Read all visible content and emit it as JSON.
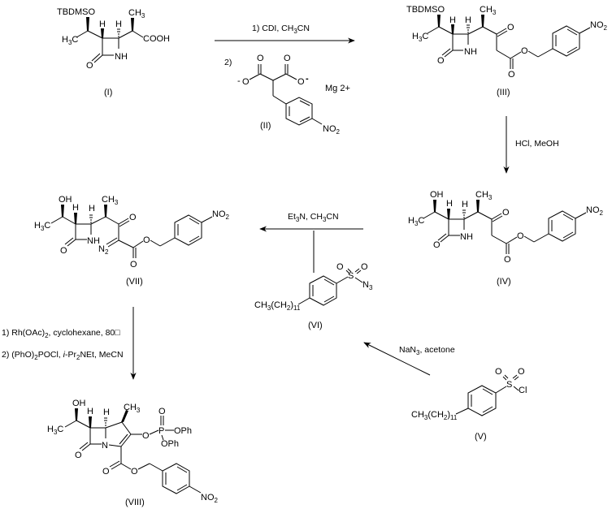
{
  "scheme": {
    "compounds": {
      "I": {
        "label": "(I)",
        "groups": {
          "protect": "TBDMSO",
          "methyl": "H3C",
          "acid": "COOH",
          "ch3": "CH3",
          "h1": "H",
          "h2": "H",
          "nh": "NH",
          "o": "O"
        }
      },
      "II": {
        "label": "(II)",
        "counterion": "Mg 2+",
        "groups": {
          "o1": "O",
          "o2": "O",
          "om1": "O",
          "om2": "O",
          "neg1": "-",
          "neg2": "-",
          "no2": "NO2"
        }
      },
      "III": {
        "label": "(III)",
        "groups": {
          "protect": "TBDMSO",
          "methyl": "H3C",
          "ch3": "CH3",
          "h1": "H",
          "h2": "H",
          "nh": "NH",
          "o": "O",
          "keto": "O",
          "ester_o": "O",
          "carbonyl": "O",
          "no2": "NO2"
        }
      },
      "IV": {
        "label": "(IV)",
        "groups": {
          "oh": "OH",
          "methyl": "H3C",
          "ch3": "CH3",
          "h1": "H",
          "h2": "H",
          "nh": "NH",
          "o": "O",
          "keto": "O",
          "ester_o": "O",
          "carbonyl": "O",
          "no2": "NO2"
        }
      },
      "V": {
        "label": "(V)",
        "groups": {
          "chain": "CH3(CH2)11",
          "s": "S",
          "o1": "O",
          "o2": "O",
          "cl": "Cl"
        }
      },
      "VI": {
        "label": "(VI)",
        "groups": {
          "chain": "CH3(CH2)11",
          "s": "S",
          "o1": "O",
          "o2": "O",
          "n3": "N3"
        }
      },
      "VII": {
        "label": "(VII)",
        "groups": {
          "oh": "OH",
          "methyl": "H3C",
          "ch3": "CH3",
          "h1": "H",
          "h2": "H",
          "nh": "NH",
          "o": "O",
          "keto": "O",
          "n2": "N2",
          "ester_o": "O",
          "carbonyl": "O",
          "no2": "NO2"
        }
      },
      "VIII": {
        "label": "(VIII)",
        "groups": {
          "oh": "OH",
          "methyl": "H3C",
          "ch3": "CH3",
          "h1": "H",
          "h2": "H",
          "n": "N",
          "o": "O",
          "p": "P",
          "po": "O",
          "op": "O",
          "oph1": "OPh",
          "oph2": "OPh",
          "ester_o": "O",
          "carbonyl": "O",
          "no2": "NO2"
        }
      }
    },
    "conditions": {
      "step1_a": "1) CDI, CH3CN",
      "step1_b": "2)",
      "step2": "HCl, MeOH",
      "step3": "Et3N, CH3CN",
      "step4": "NaN3, acetone",
      "step5_a": "1) Rh(OAc)2, cyclohexane, 80□",
      "step5_b": "2) (PhO)2POCl, i-Pr2NEt, MeCN"
    }
  }
}
